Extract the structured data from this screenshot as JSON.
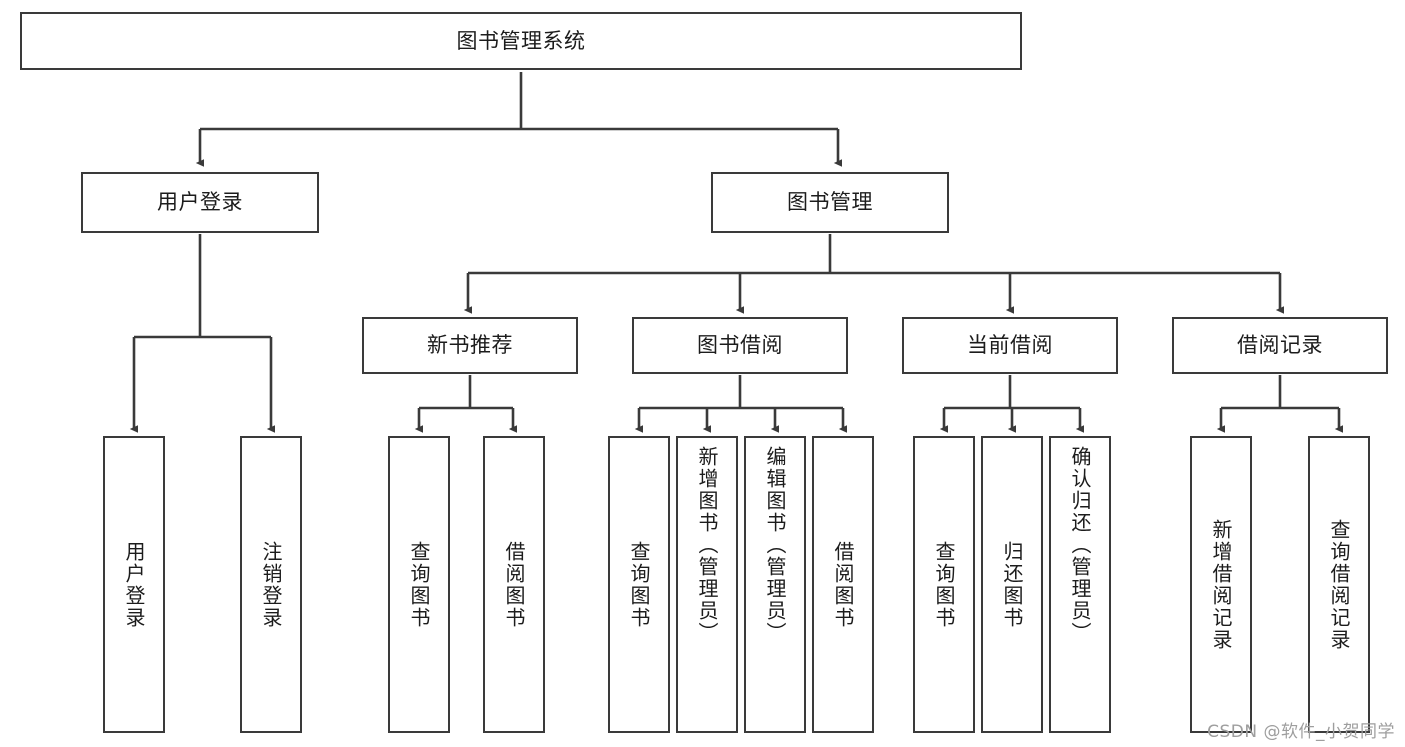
{
  "diagram": {
    "title": "图书管理系统",
    "type": "hierarchy-tree",
    "stroke_color": "#3a3a3a",
    "background_color": "#ffffff",
    "text_color": "#1c1c1c",
    "watermark": "CSDN @软件_小贺同学",
    "levels": {
      "root": {
        "label": "图书管理系统"
      },
      "level2": [
        {
          "label": "用户登录"
        },
        {
          "label": "图书管理"
        }
      ],
      "level3": [
        {
          "label": "新书推荐"
        },
        {
          "label": "图书借阅"
        },
        {
          "label": "当前借阅"
        },
        {
          "label": "借阅记录"
        }
      ],
      "level4": {
        "user_login_children": [
          {
            "label": "用户登录"
          },
          {
            "label": "注销登录"
          }
        ],
        "new_book_children": [
          {
            "label": "查询图书"
          },
          {
            "label": "借阅图书"
          }
        ],
        "borrow_book_children": [
          {
            "label": "查询图书"
          },
          {
            "label": "新增图书（管理员）"
          },
          {
            "label": "编辑图书（管理员）"
          },
          {
            "label": "借阅图书"
          }
        ],
        "current_borrow_children": [
          {
            "label": "查询图书"
          },
          {
            "label": "归还图书"
          },
          {
            "label": "确认归还（管理员）"
          }
        ],
        "borrow_record_children": [
          {
            "label": "新增借阅记录"
          },
          {
            "label": "查询借阅记录"
          }
        ]
      }
    }
  }
}
